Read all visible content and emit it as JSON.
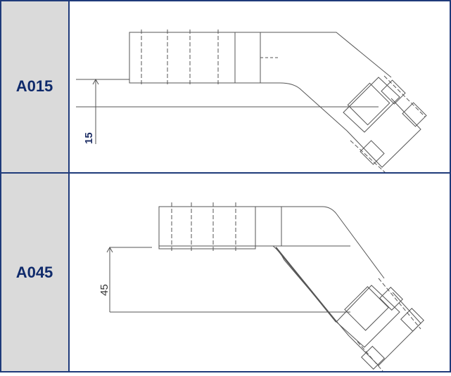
{
  "rows": [
    {
      "code": "A015",
      "dimension": "15"
    },
    {
      "code": "A045",
      "dimension": "45"
    }
  ],
  "colors": {
    "border": "#1f3a7a",
    "label_bg": "#dadada",
    "label_text": "#0f2a6b",
    "drawing_stroke": "#555555"
  }
}
